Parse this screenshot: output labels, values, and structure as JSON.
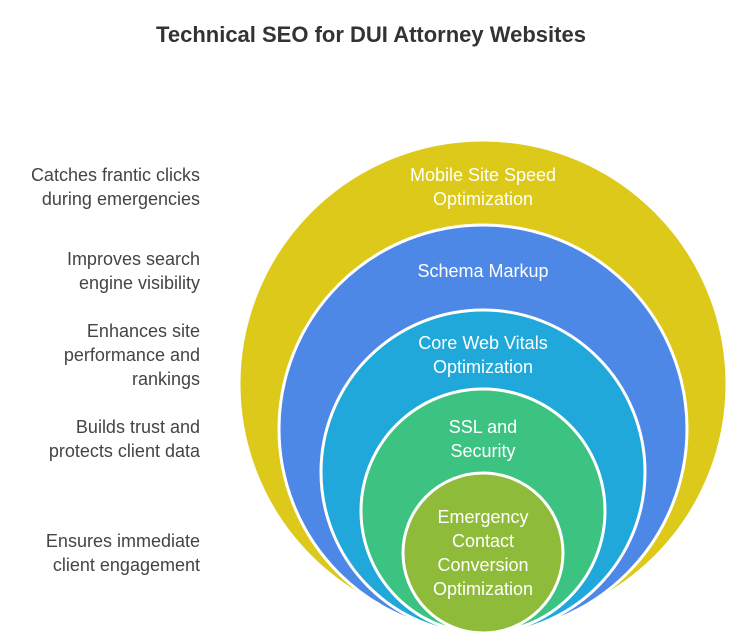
{
  "title": "Technical SEO for DUI Attorney Websites",
  "layers": [
    {
      "label": [
        "Mobile Site Speed",
        "Optimization"
      ],
      "description": [
        "Catches frantic clicks",
        "during emergencies"
      ],
      "color": "#dcc919"
    },
    {
      "label": [
        "Schema Markup"
      ],
      "description": [
        "Improves search",
        "engine visibility"
      ],
      "color": "#4d88e6"
    },
    {
      "label": [
        "Core Web Vitals",
        "Optimization"
      ],
      "description": [
        "Enhances site",
        "performance and",
        "rankings"
      ],
      "color": "#1fa8d9"
    },
    {
      "label": [
        "SSL and",
        "Security"
      ],
      "description": [
        "Builds trust and",
        "protects client data"
      ],
      "color": "#3cc381"
    },
    {
      "label": [
        "Emergency",
        "Contact",
        "Conversion",
        "Optimization"
      ],
      "description": [
        "Ensures immediate",
        "client engagement"
      ],
      "color": "#8fbb3a"
    }
  ]
}
